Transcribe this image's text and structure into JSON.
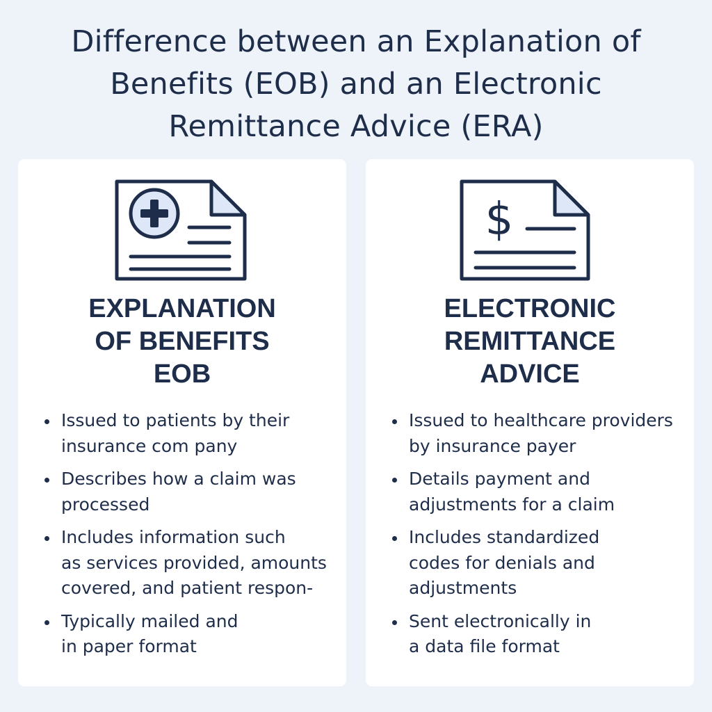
{
  "title": {
    "lines": [
      "Difference between an Explanation of",
      "Benefits (EOB) and an Electronic",
      "Remittance Advice (ERA)"
    ]
  },
  "colors": {
    "background": "#eef3f9",
    "card": "#ffffff",
    "ink": "#1e2d4a",
    "icon_fill": "#dde7f7"
  },
  "eob": {
    "icon": "medical-document-icon",
    "heading": [
      "EXPLANATION",
      "OF BENEFITS",
      "EOB"
    ],
    "bullets": [
      [
        "Issued to patients by their",
        "insurance com pany"
      ],
      [
        "Describes how a claim was",
        "processed"
      ],
      [
        "Includes information such",
        "as services provided, amounts",
        "covered, and patient respon-"
      ],
      [
        "Typically mailed and",
        "in paper format"
      ]
    ]
  },
  "era": {
    "icon": "payment-document-icon",
    "heading": [
      "ELECTRONIC",
      "REMITTANCE",
      "ADVICE"
    ],
    "dollar_sign": "$",
    "bullets": [
      [
        "Issued to healthcare providers",
        "by insurance payer"
      ],
      [
        "Details payment and",
        "adjustments for a claim"
      ],
      [
        "Includes standardized",
        "codes for denials and",
        "adjustments"
      ],
      [
        "Sent electronically in",
        "a data file format"
      ]
    ]
  }
}
